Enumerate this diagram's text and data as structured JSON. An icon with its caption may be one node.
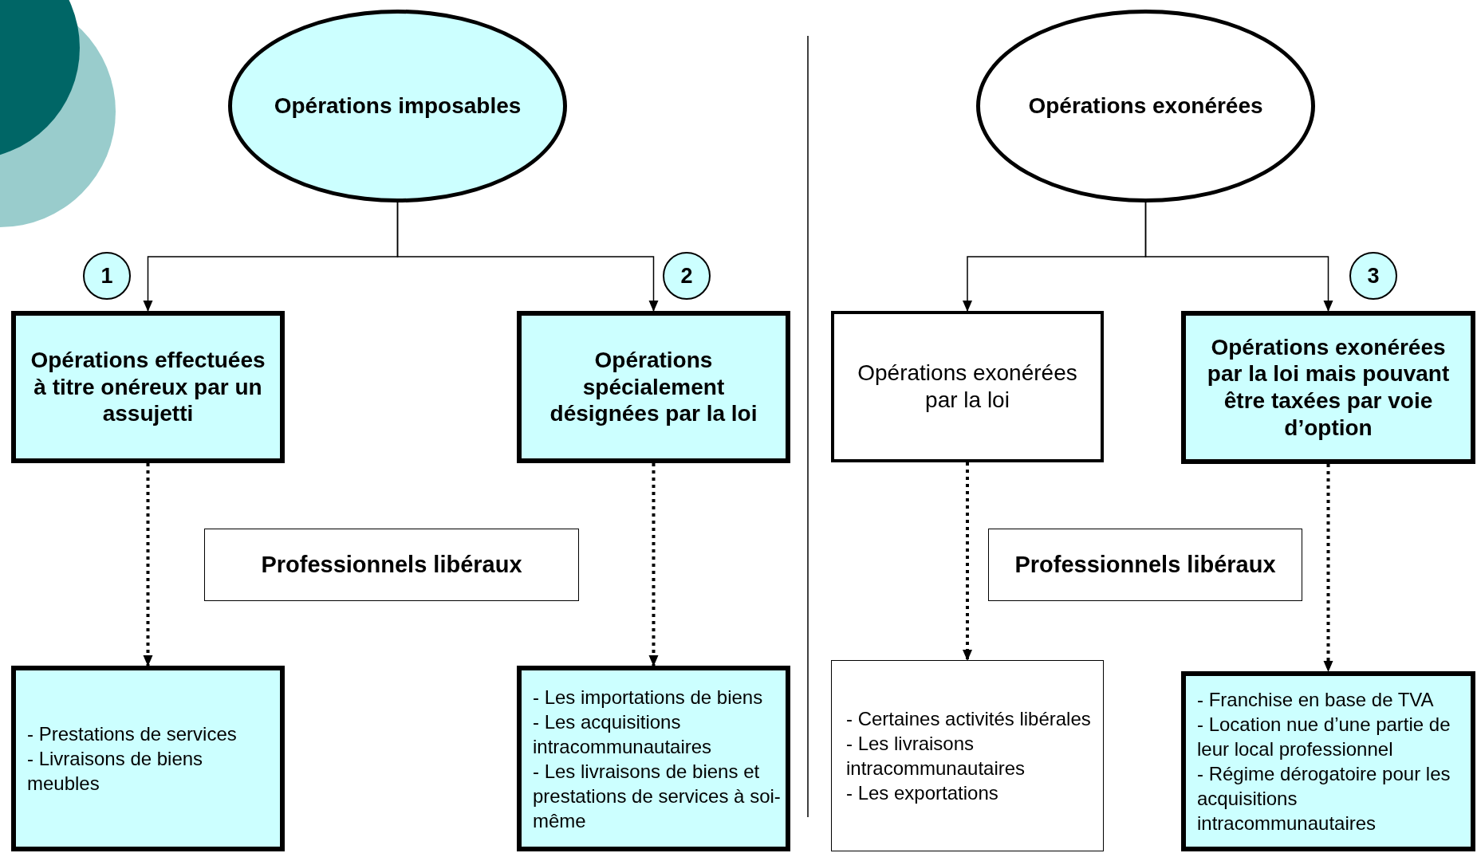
{
  "diagram": {
    "nodes": [
      {
        "text": [
          "Opérations imposables"
        ]
      },
      {
        "text": [
          "Opérations exonérées"
        ]
      },
      {
        "text": [
          "1"
        ]
      },
      {
        "text": [
          "Opérations effectuées à titre onéreux par un assujetti"
        ]
      },
      {
        "text": [
          "2"
        ]
      },
      {
        "text": [
          "Opérations spécialement désignées par la loi"
        ]
      },
      {
        "text": [
          "Opérations exonérées par la loi"
        ]
      },
      {
        "text": [
          "3"
        ]
      },
      {
        "text": [
          "Opérations exonérées par la loi mais pouvant être taxées par voie d’option"
        ]
      },
      {
        "text": [
          "Professionnels libéraux"
        ]
      },
      {
        "text": [
          "Professionnels libéraux"
        ]
      },
      {
        "text": [
          "- Prestations de services",
          "- Livraisons de biens meubles"
        ]
      },
      {
        "text": [
          "- Les importations de biens",
          "- Les acquisitions intracommunautaires",
          "- Les livraisons de biens et prestations de services à soi-même"
        ]
      },
      {
        "text": [
          "- Certaines activités libérales",
          "- Les livraisons intracommunautaires",
          "- Les exportations"
        ]
      },
      {
        "text": [
          "- Franchise en base de TVA",
          "- Location nue d’une partie de leur local professionnel",
          "- Régime dérogatoire pour les acquisitions intracommunautaires"
        ]
      }
    ],
    "edges": [
      {
        "from": 0,
        "to": 3,
        "arrow": "to"
      },
      {
        "from": 0,
        "to": 5,
        "arrow": "to"
      },
      {
        "from": 1,
        "to": 6,
        "arrow": "to"
      },
      {
        "from": 1,
        "to": 8,
        "arrow": "to"
      },
      {
        "from": 3,
        "to": 11,
        "arrow": "to",
        "style": "dashed"
      },
      {
        "from": 5,
        "to": 12,
        "arrow": "to",
        "style": "dashed"
      },
      {
        "from": 6,
        "to": 13,
        "arrow": "to",
        "style": "dashed"
      },
      {
        "from": 8,
        "to": 14,
        "arrow": "to",
        "style": "dashed"
      }
    ]
  }
}
